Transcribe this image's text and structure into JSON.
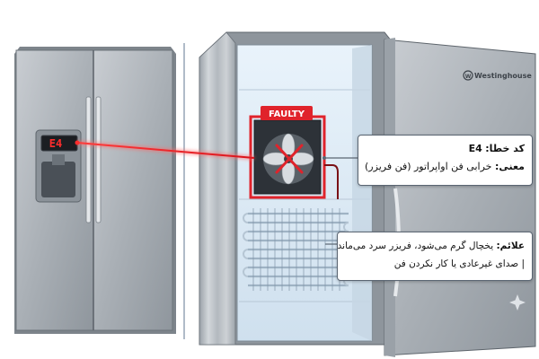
{
  "display": {
    "error_code": "E4"
  },
  "fan_badge": {
    "label": "FAULTY"
  },
  "brand": {
    "name": "Westinghouse"
  },
  "error_callout": {
    "code_label": "کد خطا:",
    "code_value": "E4",
    "meaning_label": "معنی:",
    "meaning_text": "خرابی فن اواپراتور (فن فریزر)"
  },
  "symptoms_callout": {
    "label": "علائم:",
    "line1": "یخچال گرم می‌شود، فریزر سرد می‌ماند",
    "line2": "| صدای غیرعادی یا کار نکردن فن"
  },
  "colors": {
    "highlight_red": "#e0232b",
    "display_red": "#ff2d2d",
    "steel": "#b7bcc2",
    "frame": "#5b6672"
  }
}
